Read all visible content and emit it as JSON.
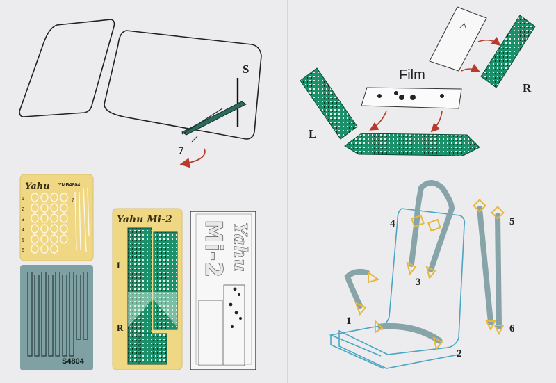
{
  "canopy": {
    "label_s": "S",
    "label_7": "7"
  },
  "panels": {
    "film_label": "Film",
    "label_l": "L",
    "label_r": "R"
  },
  "seat": {
    "num_1": "1",
    "num_2": "2",
    "num_3": "3",
    "num_4": "4",
    "num_5": "5",
    "num_6": "6"
  },
  "pe_sheet": {
    "brand": "Yahu",
    "code": "YMB4804",
    "row_labels": [
      "1",
      "2",
      "3",
      "4",
      "5",
      "6"
    ],
    "side_label": "7"
  },
  "panel_sheet": {
    "title": "Yahu Mi-2",
    "label_l": "L",
    "label_r": "R"
  },
  "mask_sheet": {
    "brand": "Yahu",
    "model": "Mi-2"
  },
  "stencil_sheet": {
    "code": "S4804"
  },
  "colors": {
    "pe_yellow": "#efd784",
    "panel_green": "#1c8f6b",
    "strap_blue": "#87a4a9",
    "seat_line": "#4aa6c3",
    "arrow_red": "#b83a2c",
    "stencil_blue": "#7fa1a3"
  }
}
